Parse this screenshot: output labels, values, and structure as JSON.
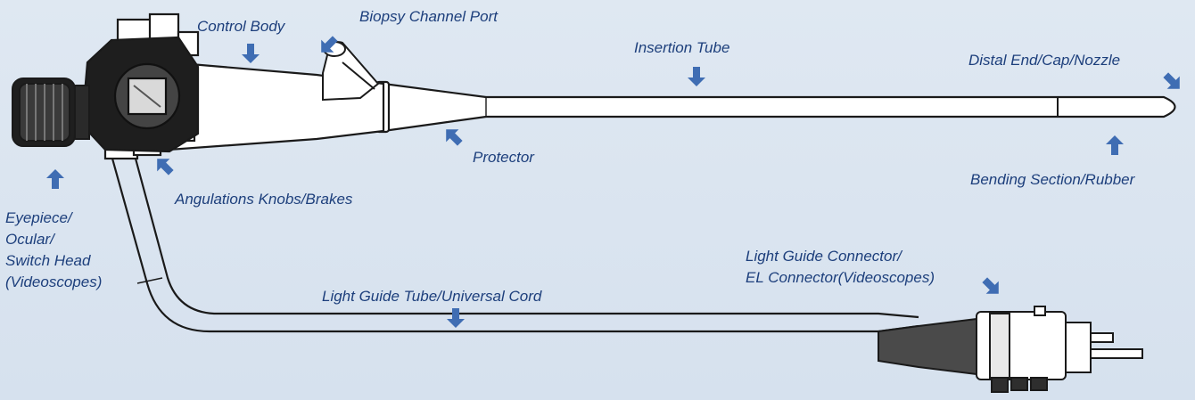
{
  "colors": {
    "background": "#dbe5f0",
    "label_text": "#1d3f7c",
    "arrow": "#3f6db3",
    "drawing_stroke": "#1a1a1a"
  },
  "labels": {
    "control_body": "Control Body",
    "biopsy_port": "Biopsy Channel Port",
    "insertion_tube": "Insertion Tube",
    "distal_end": "Distal End/Cap/Nozzle",
    "protector": "Protector",
    "bending_section": "Bending Section/Rubber",
    "angulation_knobs": "Angulations Knobs/Brakes",
    "eyepiece": [
      "Eyepiece/",
      "Ocular/",
      "Switch Head",
      "(Videoscopes)"
    ],
    "light_guide_connector": [
      "Light Guide Connector/",
      "EL Connector(Videoscopes)"
    ],
    "light_guide_tube": "Light Guide Tube/Universal Cord"
  },
  "arrows": [
    {
      "target": "control_body",
      "icon": "arrow-down-icon"
    },
    {
      "target": "biopsy_port",
      "icon": "arrow-down-left-icon"
    },
    {
      "target": "insertion_tube",
      "icon": "arrow-down-icon"
    },
    {
      "target": "distal_end",
      "icon": "arrow-down-right-icon"
    },
    {
      "target": "protector",
      "icon": "arrow-up-left-icon"
    },
    {
      "target": "bending_section",
      "icon": "arrow-up-icon"
    },
    {
      "target": "angulation_knobs",
      "icon": "arrow-up-left-icon"
    },
    {
      "target": "eyepiece",
      "icon": "arrow-up-icon"
    },
    {
      "target": "light_guide_connector",
      "icon": "arrow-down-right-icon"
    },
    {
      "target": "light_guide_tube",
      "icon": "arrow-down-icon"
    }
  ]
}
